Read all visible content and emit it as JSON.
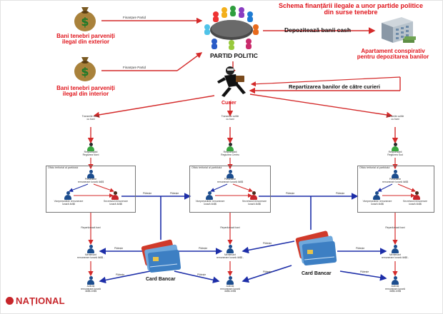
{
  "title": {
    "line1": "Schema  finanțării ilegale a unor partide politice",
    "line2": "din surse tenebre"
  },
  "sources": {
    "exterior": {
      "line1": "Bani tenebri parveniți",
      "line2": "ilegal din exterior",
      "arrow_label": "Finanțare Partid"
    },
    "interior": {
      "line1": "Bani tenebri parveniți",
      "line2": "ilegal din interior",
      "arrow_label": "Finanțare Partid"
    }
  },
  "party": {
    "label": "PARTID POLITIC"
  },
  "deposit": {
    "label": "Depozitează banii cash"
  },
  "apartment": {
    "line1": "Apartament conspirativ",
    "line2": "pentru depozitarea banilor"
  },
  "distribution": {
    "label": "Repartizarea banilor de către curieri"
  },
  "courier": {
    "label": "Curier"
  },
  "transfer_label": {
    "line1": "Transmite cutiile",
    "line2": "cu bani"
  },
  "columns": [
    {
      "responsible": {
        "line1": "Responsabil",
        "line2": "Regiunea  Nord"
      }
    },
    {
      "responsible": {
        "line1": "Responsabil",
        "line2": "Regiunea Centru"
      }
    },
    {
      "responsible": {
        "line1": "Responsabil",
        "line2": "Regiunea Sud"
      }
    }
  ],
  "office": {
    "title": "Oficiu teritorial al partidului",
    "president": {
      "line1": "Președinte",
      "line2": "remunerare lunară 4k$$"
    },
    "vice": {
      "line1": "Vicepreședinte remunerare",
      "line2": "lunară 4k$$"
    },
    "secretary": {
      "line1": "Secretarul remunerare",
      "line2": "lunară 4k$$"
    }
  },
  "distributes": "Repartizează bani",
  "pays": "Plătește",
  "maintainer": {
    "line1": "Mentenant",
    "line2": "remunerare lunară 4k$$ -"
  },
  "activist": {
    "line1": "Activist",
    "line2": "remunerare lunară",
    "line3": "4k$$-10$$"
  },
  "cards": [
    {
      "label": "Card Bancar"
    },
    {
      "label": "Card Bancar"
    }
  ],
  "logo": "NAȚIONAL",
  "colors": {
    "red": "#e0141b",
    "arrow_red": "#d42a2a",
    "arrow_blue": "#1d2ea8",
    "node_blue": "#1c4d8e"
  },
  "icons": [
    "money-bag-icon",
    "meeting-table-icon",
    "building-icon",
    "running-courier-icon",
    "person-icon",
    "bank-card-icon"
  ]
}
